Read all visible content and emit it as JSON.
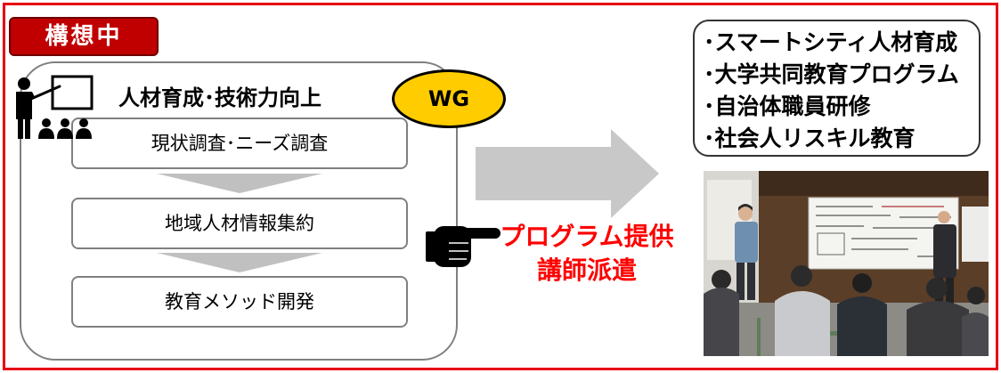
{
  "status_badge": {
    "label": "構想中"
  },
  "working_group": {
    "title": "人材育成･技術力向上",
    "badge": "WG",
    "steps": [
      {
        "label": "現状調査･ニーズ調査"
      },
      {
        "label": "地域人材情報集約"
      },
      {
        "label": "教育メソッド開発"
      }
    ]
  },
  "provision": {
    "line1": "プログラム提供",
    "line2": "講師派遣"
  },
  "outcomes": {
    "items": [
      "･スマートシティ人材育成",
      "･大学共同教育プログラム",
      "･自治体職員研修",
      "･社会人リスキル教育"
    ]
  },
  "icons": {
    "teacher": "teacher-icon",
    "step_arrow": "down-arrow-icon",
    "main_arrow": "right-arrow-icon",
    "hand": "pointing-hand-icon"
  },
  "colors": {
    "frame": "#e60012",
    "status_badge_bg": "#c00000",
    "wg_badge_fill": "#ffcc00",
    "provision_text": "#ff0000",
    "arrows": "#c0c0c0"
  }
}
